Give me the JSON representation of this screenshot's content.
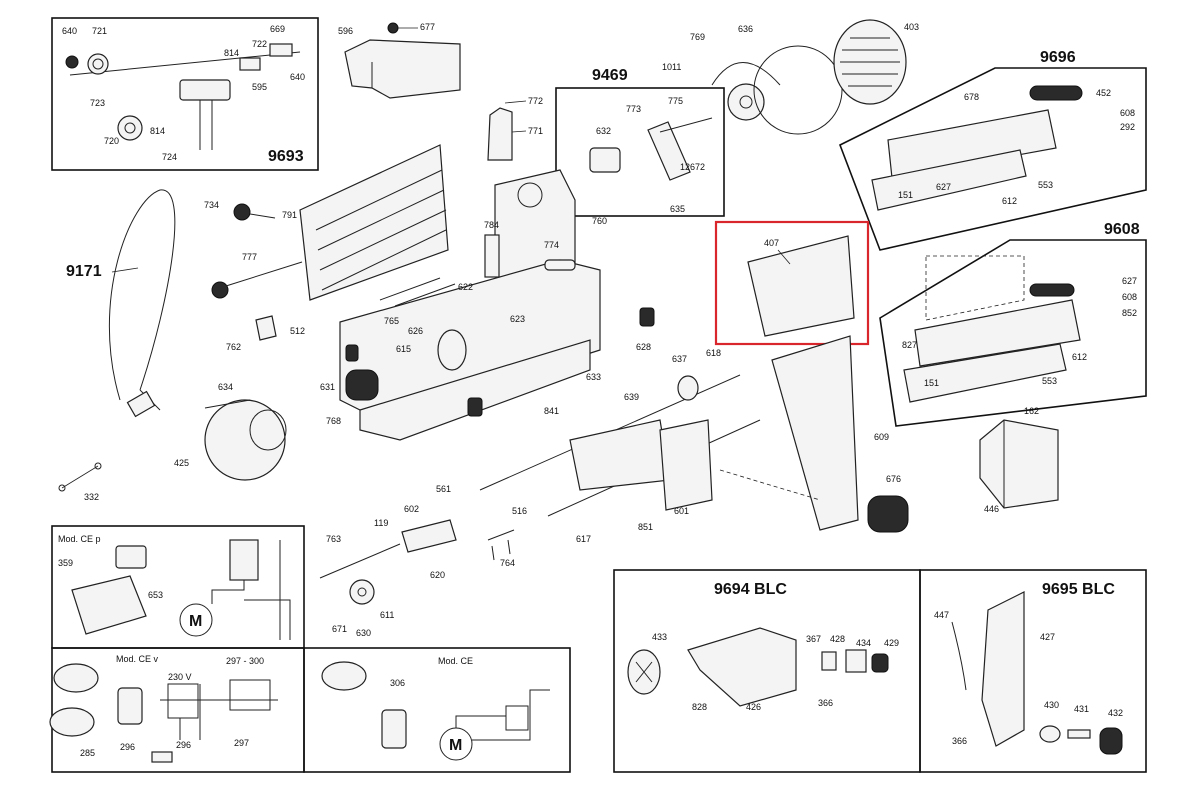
{
  "groups": {
    "g9693": "9693",
    "g9469": "9469",
    "g9696": "9696",
    "g9608": "9608",
    "g9171": "9171",
    "g9694": "9694  BLC",
    "g9695": "9695  BLC"
  },
  "modules": {
    "ce_p": "Mod. CE p",
    "ce_v": "Mod. CE v",
    "ce": "Mod. CE",
    "voltage": "230 V",
    "range": "297 - 300",
    "motor": "M"
  },
  "parts": {
    "p640a": "640",
    "p721": "721",
    "p669": "669",
    "p814a": "814",
    "p722": "722",
    "p640b": "640",
    "p595": "595",
    "p723": "723",
    "p814b": "814",
    "p720": "720",
    "p724": "724",
    "p596": "596",
    "p677": "677",
    "p772": "772",
    "p771": "771",
    "p769": "769",
    "p636": "636",
    "p403": "403",
    "p1011": "1011",
    "p773": "773",
    "p775": "775",
    "p632": "632",
    "p12672": "12672",
    "p635": "635",
    "p678": "678",
    "p452": "452",
    "p608a": "608",
    "p292": "292",
    "p151a": "151",
    "p627a": "627",
    "p612a": "612",
    "p553a": "553",
    "p734": "734",
    "p791": "791",
    "p760": "760",
    "p784": "784",
    "p774": "774",
    "p777": "777",
    "p622": "622",
    "p623": "623",
    "p765": "765",
    "p626": "626",
    "p512": "512",
    "p762": "762",
    "p615": "615",
    "p628": "628",
    "p631": "631",
    "p633": "633",
    "p841": "841",
    "p768": "768",
    "p634": "634",
    "p425": "425",
    "p332": "332",
    "p407": "407",
    "p627b": "627",
    "p608b": "608",
    "p852": "852",
    "p827": "827",
    "p612b": "612",
    "p151b": "151",
    "p553b": "553",
    "p162": "162",
    "p446": "446",
    "p637": "637",
    "p618": "618",
    "p639": "639",
    "p609": "609",
    "p676": "676",
    "p561": "561",
    "p516": "516",
    "p601": "601",
    "p851": "851",
    "p617": "617",
    "p763": "763",
    "p119": "119",
    "p602": "602",
    "p764": "764",
    "p620": "620",
    "p611": "611",
    "p671": "671",
    "p630": "630",
    "p359": "359",
    "p653": "653",
    "p296a": "296",
    "p285": "285",
    "p297": "297",
    "p296b": "296",
    "p306": "306",
    "p433": "433",
    "p367": "367",
    "p428": "428",
    "p434": "434",
    "p429": "429",
    "p828": "828",
    "p426": "426",
    "p366a": "366",
    "p447": "447",
    "p427": "427",
    "p430": "430",
    "p431": "431",
    "p432": "432",
    "p366b": "366"
  },
  "colors": {
    "highlight": "#d8262c",
    "line": "#222222"
  }
}
